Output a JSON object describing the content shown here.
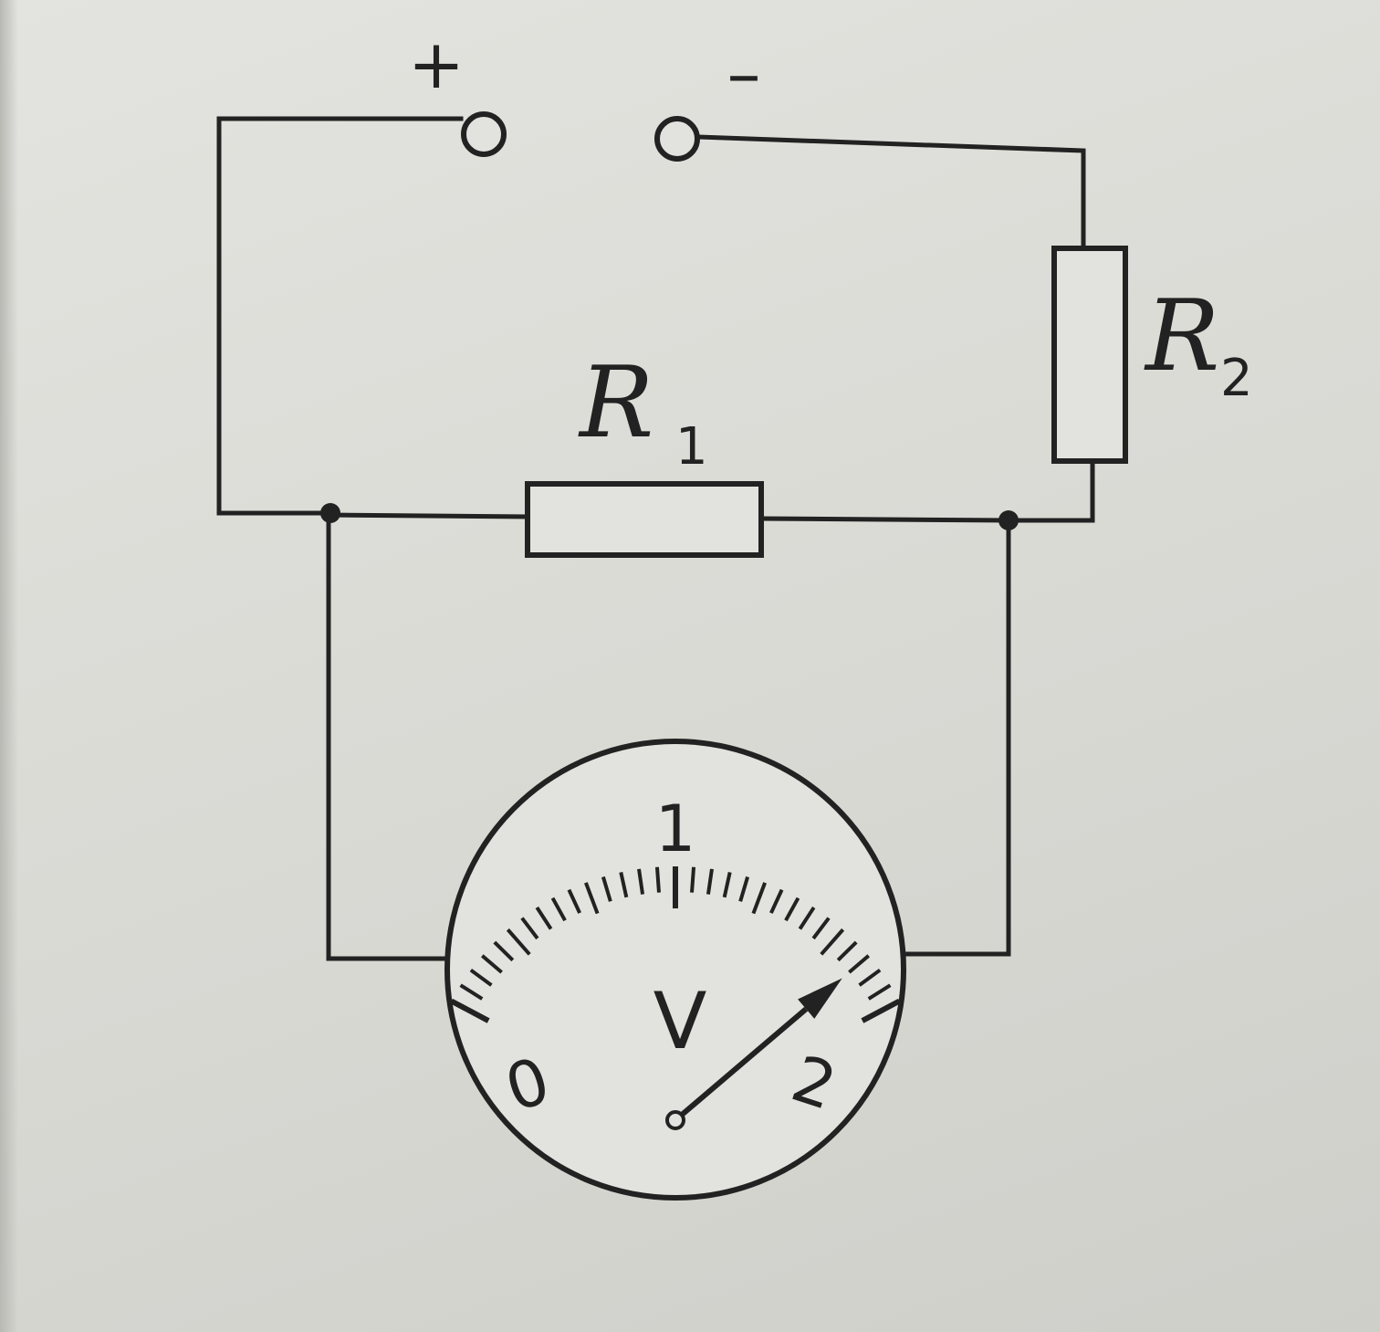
{
  "terminals": {
    "positive_label": "+",
    "negative_label": "–"
  },
  "resistors": {
    "r1": {
      "letter": "R",
      "subscript": "1"
    },
    "r2": {
      "letter": "R",
      "subscript": "2"
    }
  },
  "voltmeter": {
    "symbol": "V",
    "scale_labels": [
      "0",
      "1",
      "2"
    ],
    "scale_min": 0,
    "scale_max": 2,
    "reading": 1.8
  }
}
